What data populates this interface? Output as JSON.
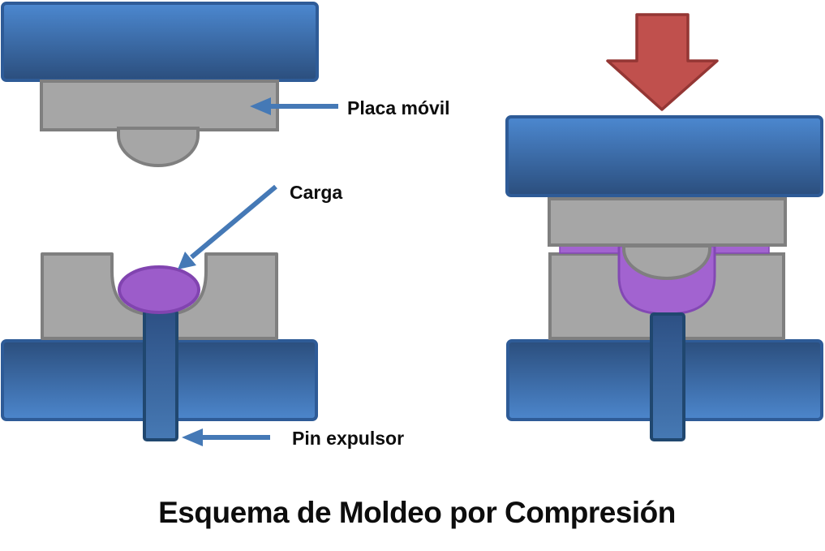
{
  "title": "Esquema de Moldeo por Compresión",
  "callouts": {
    "placa_movil": "Placa móvil",
    "carga": "Carga",
    "pin_expulsor": "Pin expulsor"
  },
  "icons": {
    "press_force": "down-block-arrow-icon",
    "callout_style": "left-pointing-arrow"
  },
  "colors": {
    "platen_blue_light": "#4C88D0",
    "platen_blue_dark": "#2B4E7D",
    "platen_border_blue": "#2E5B97",
    "pin_blue_dark": "#2D5084",
    "pin_blue_light": "#4679B4",
    "pin_border": "#20476F",
    "plate_gray": "#A6A6A6",
    "plate_gray_border": "#7F7F7F",
    "charge_purple": "#9C5CCA",
    "charge_purple_border": "#8144B0",
    "pressed_purple": "#A263D0",
    "pressed_purple_border": "#8348B4",
    "press_arrow_red": "#C0504D",
    "press_arrow_red_border": "#943634",
    "callout_blue": "#4579B6",
    "text_color": "#0d0d0d",
    "background": "#FFFFFF"
  }
}
